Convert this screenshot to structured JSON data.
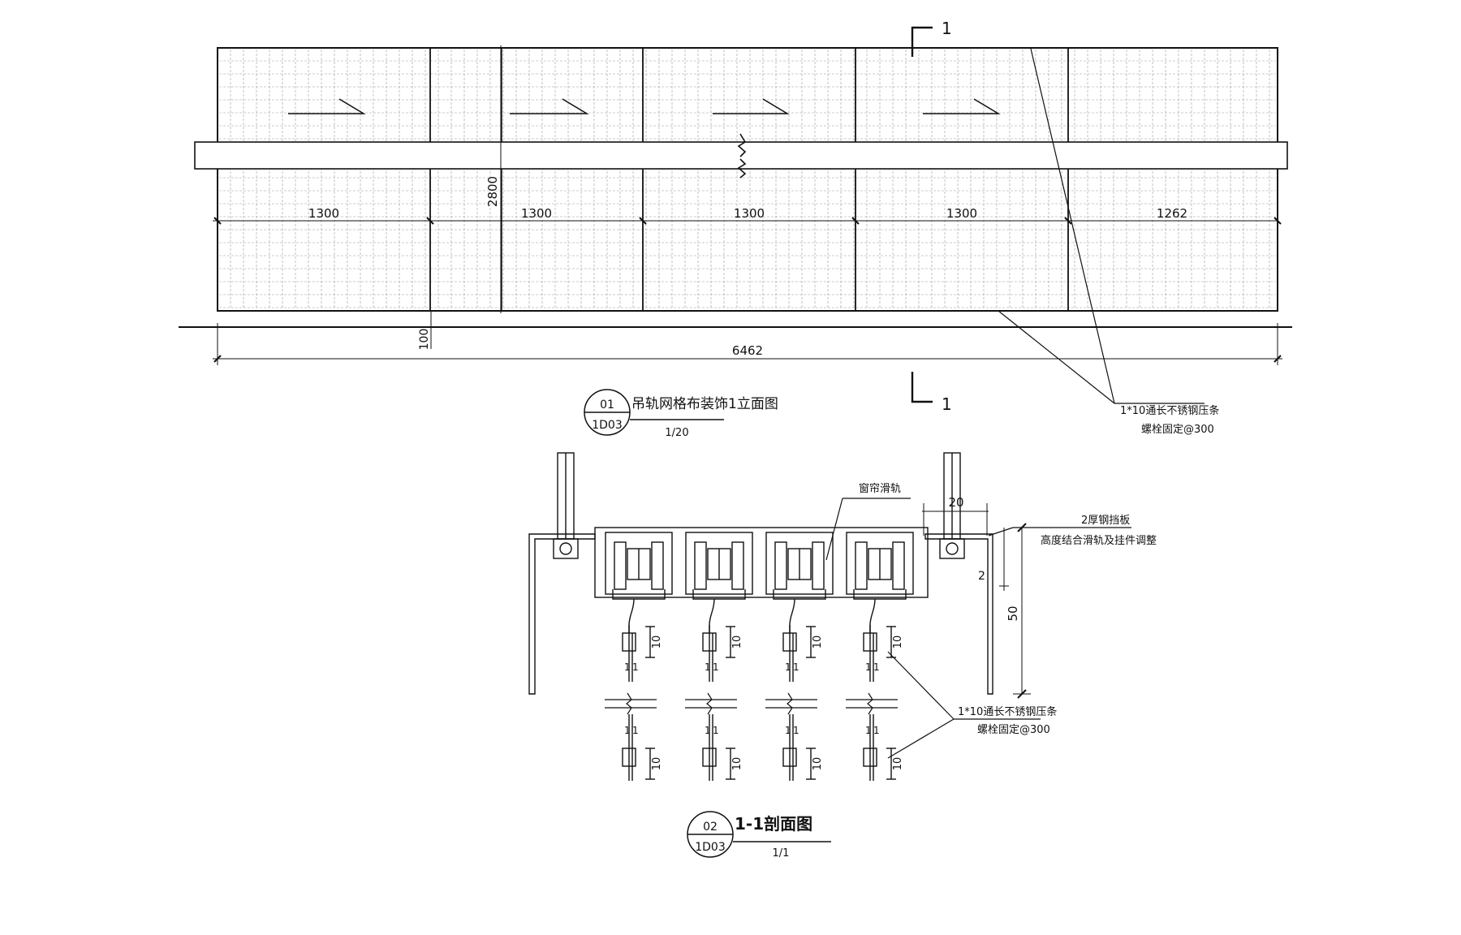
{
  "elevation": {
    "section_mark": "1",
    "panel_widths": [
      "1300",
      "1300",
      "1300",
      "1300",
      "1262"
    ],
    "height_dim": "2800",
    "base_dim": "100",
    "total_width": "6462",
    "callout_line1": "1*10通长不锈钢压条",
    "callout_line2": "螺栓固定@300",
    "title_badge_top": "01",
    "title_badge_bottom": "1D03",
    "title": "吊轨网格布装饰1立面图",
    "scale": "1/20"
  },
  "section": {
    "label_rail": "窗帘滑轨",
    "dim_top": "20",
    "label_plate_line1": "2厚钢挡板",
    "label_plate_line2": "高度结合滑轨及挂件调整",
    "dim_gap": "2",
    "dim_height": "50",
    "dim_small": "10",
    "dim_strip": "1",
    "callout_line1": "1*10通长不锈钢压条",
    "callout_line2": "螺栓固定@300",
    "title_badge_top": "02",
    "title_badge_bottom": "1D03",
    "title": "1-1剖面图",
    "scale": "1/1"
  }
}
